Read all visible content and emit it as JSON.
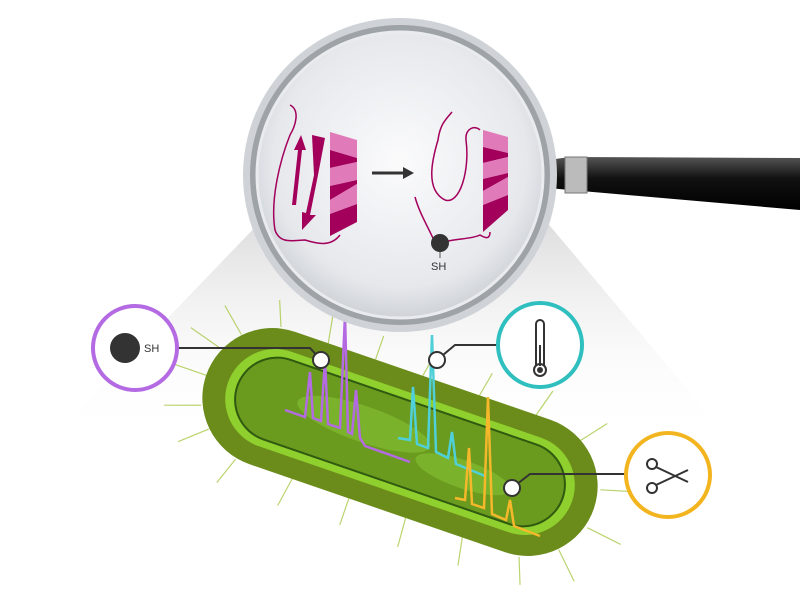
{
  "magnifier": {
    "unfolded_label": "SH"
  },
  "callouts": [
    {
      "id": "thiol",
      "label": "SH",
      "color": "#b36ae2",
      "icon": "thiol-group-icon"
    },
    {
      "id": "temperature",
      "color": "#2fbfbf",
      "icon": "thermometer-icon"
    },
    {
      "id": "cleavage",
      "color": "#f2b51f",
      "icon": "scissors-icon"
    }
  ],
  "colors": {
    "protein_dark": "#a3005c",
    "protein_light": "#e07ab8",
    "cell_outer": "#6b8c1a",
    "cell_inner": "#7db32a",
    "trace_purple": "#b36ae2",
    "trace_teal": "#4fd0d8",
    "trace_yellow": "#f5b82a"
  }
}
